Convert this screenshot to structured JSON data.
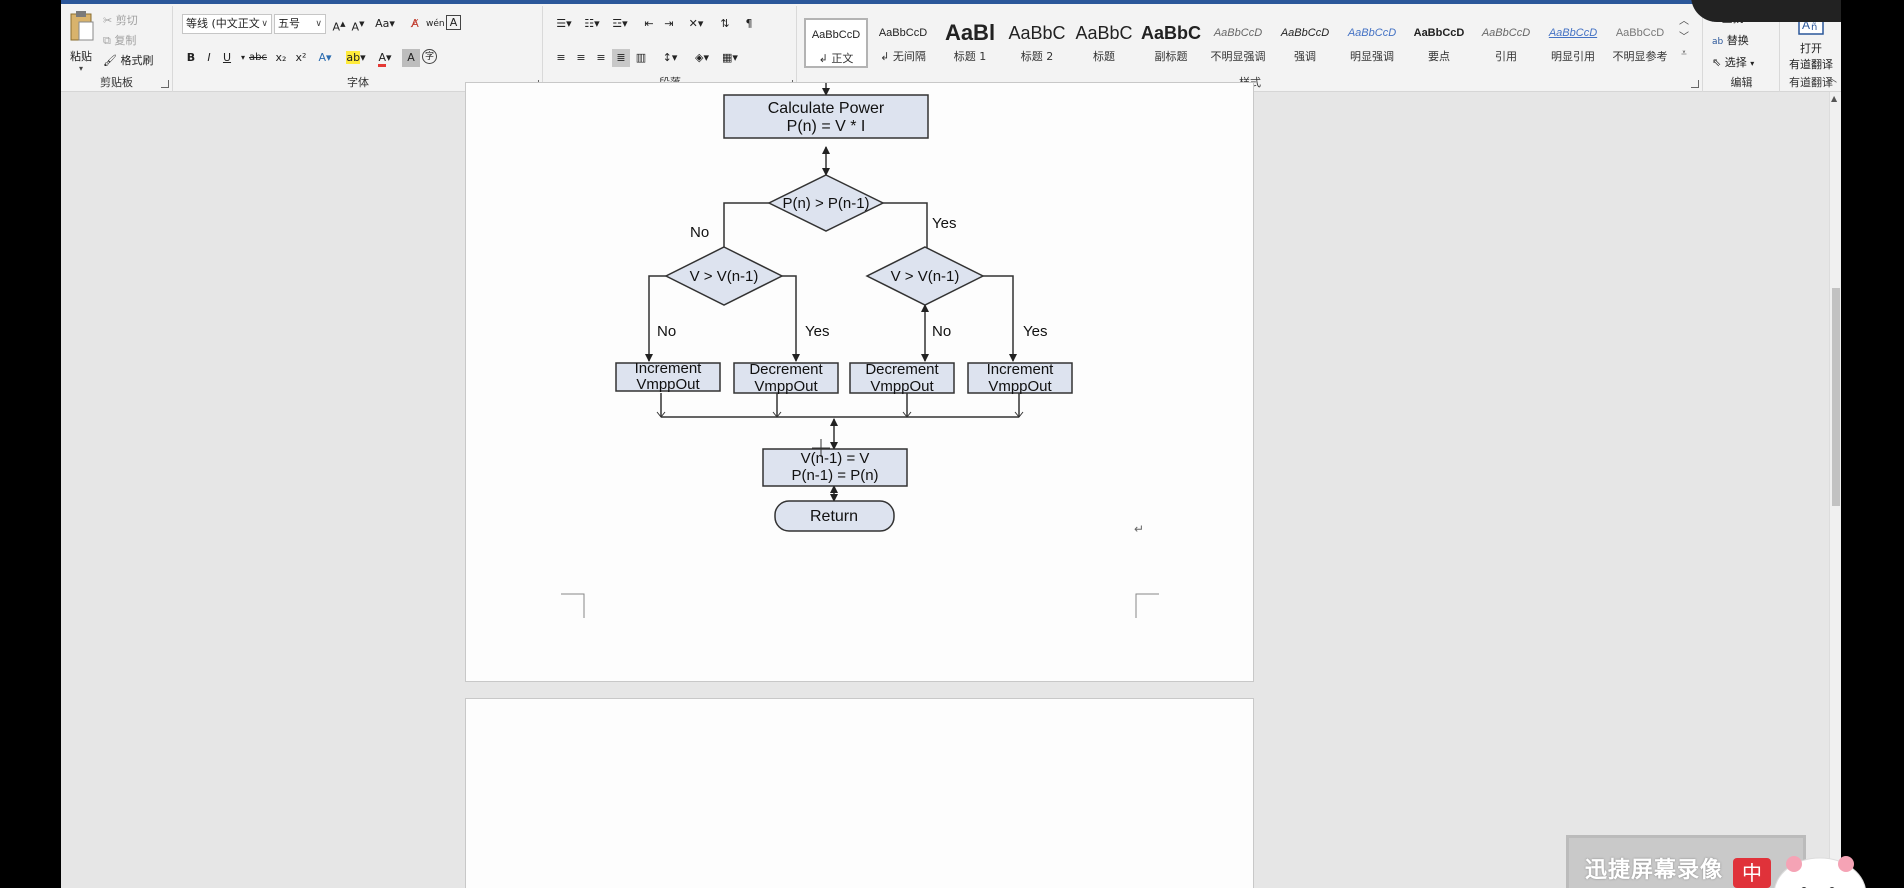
{
  "clipboard": {
    "paste_label": "粘贴",
    "cut_label": "剪切",
    "copy_label": "复制",
    "format_painter_label": "格式刷",
    "group_label": "剪贴板"
  },
  "font": {
    "family_value": "等线 (中文正文",
    "size_value": "五号",
    "group_label": "字体"
  },
  "paragraph": {
    "group_label": "段落"
  },
  "styles": {
    "group_label": "样式",
    "items": [
      {
        "sample": "AaBbCcD",
        "name": "↲ 正文"
      },
      {
        "sample": "AaBbCcD",
        "name": "↲ 无间隔"
      },
      {
        "sample": "AaBl",
        "name": "标题 1"
      },
      {
        "sample": "AaBbC",
        "name": "标题 2"
      },
      {
        "sample": "AaBbC",
        "name": "标题"
      },
      {
        "sample": "AaBbC",
        "name": "副标题"
      },
      {
        "sample": "AaBbCcD",
        "name": "不明显强调"
      },
      {
        "sample": "AaBbCcD",
        "name": "强调"
      },
      {
        "sample": "AaBbCcD",
        "name": "明显强调"
      },
      {
        "sample": "AaBbCcD",
        "name": "要点"
      },
      {
        "sample": "AaBbCcD",
        "name": "引用"
      },
      {
        "sample": "AaBbCcD",
        "name": "明显引用"
      },
      {
        "sample": "AaBbCcD",
        "name": "不明显参考"
      }
    ]
  },
  "editing": {
    "find_label": "查找",
    "replace_label": "替换",
    "select_label": "选择",
    "group_label": "编辑"
  },
  "translate": {
    "button_label_1": "打开",
    "button_label_2": "有道翻译",
    "group_label": "有道翻译"
  },
  "flowchart": {
    "calc_power_line1": "Calculate Power",
    "calc_power_line2": "P(n) = V * I",
    "decision_power": "P(n) > P(n-1)",
    "decision_v_left": "V > V(n-1)",
    "decision_v_right": "V > V(n-1)",
    "label_no_top": "No",
    "label_yes_top": "Yes",
    "label_no_left": "No",
    "label_yes_left": "Yes",
    "label_no_right": "No",
    "label_yes_right": "Yes",
    "box1_line1": "Increment",
    "box1_line2": "VmppOut",
    "box2_line1": "Decrement",
    "box2_line2": "VmppOut",
    "box3_line1": "Decrement",
    "box3_line2": "VmppOut",
    "box4_line1": "Increment",
    "box4_line2": "VmppOut",
    "update_line1": "V(n-1) = V",
    "update_line2": "P(n-1) = P(n)",
    "return_label": "Return",
    "paragraph_mark": "↵"
  },
  "overlays": {
    "recorder_text": "迅捷屏幕录像",
    "ime_text": "中"
  },
  "colors": {
    "shape_fill": "#dde3ef",
    "shape_stroke": "#333333",
    "accent": "#2b579a"
  }
}
